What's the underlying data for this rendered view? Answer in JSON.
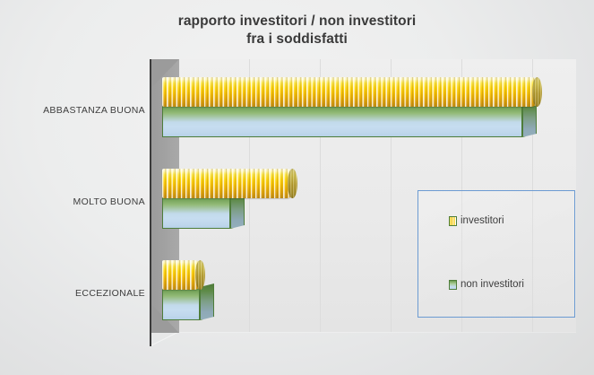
{
  "chart_data": {
    "type": "bar",
    "orientation": "horizontal",
    "title": "rapporto investitori / non investitori",
    "subtitle": "fra i soddisfatti",
    "xlabel": "",
    "ylabel": "",
    "categories": [
      "ABBASTANZA BUONA",
      "MOLTO BUONA",
      "ECCEZIONALE"
    ],
    "series": [
      {
        "name": "investitori",
        "values": [
          97,
          35,
          13
        ],
        "color": "#ffd60c"
      },
      {
        "name": "non investitori",
        "values": [
          94,
          18,
          13
        ],
        "color": "#a9cb94"
      }
    ],
    "xlim": [
      0,
      110
    ],
    "gridlines": [
      0,
      18,
      36,
      55,
      73,
      91,
      110
    ],
    "grid": true,
    "legend_position": "right",
    "style": "3d-cylinder-and-block"
  },
  "title": {
    "line1": "rapporto investitori / non investitori",
    "line2": "fra i soddisfatti"
  },
  "axis": {
    "categories": [
      {
        "label": "ABBASTANZA BUONA"
      },
      {
        "label": "MOLTO BUONA"
      },
      {
        "label": "ECCEZIONALE"
      }
    ]
  },
  "legend": {
    "items": [
      {
        "label": "investitori",
        "swatch": "striped-yellow-swatch"
      },
      {
        "label": "non investitori",
        "swatch": "green-blue-swatch"
      }
    ],
    "border_color": "#6c9bd2"
  },
  "colors": {
    "background": "#eceded",
    "wall": "#a2a2a2",
    "axis_line": "#3b3b3b",
    "gridline": "#dcdcdc",
    "series_investitori": "#ffd60c",
    "series_non_investitori": "#a9cb94",
    "text": "#3d3d3d"
  }
}
